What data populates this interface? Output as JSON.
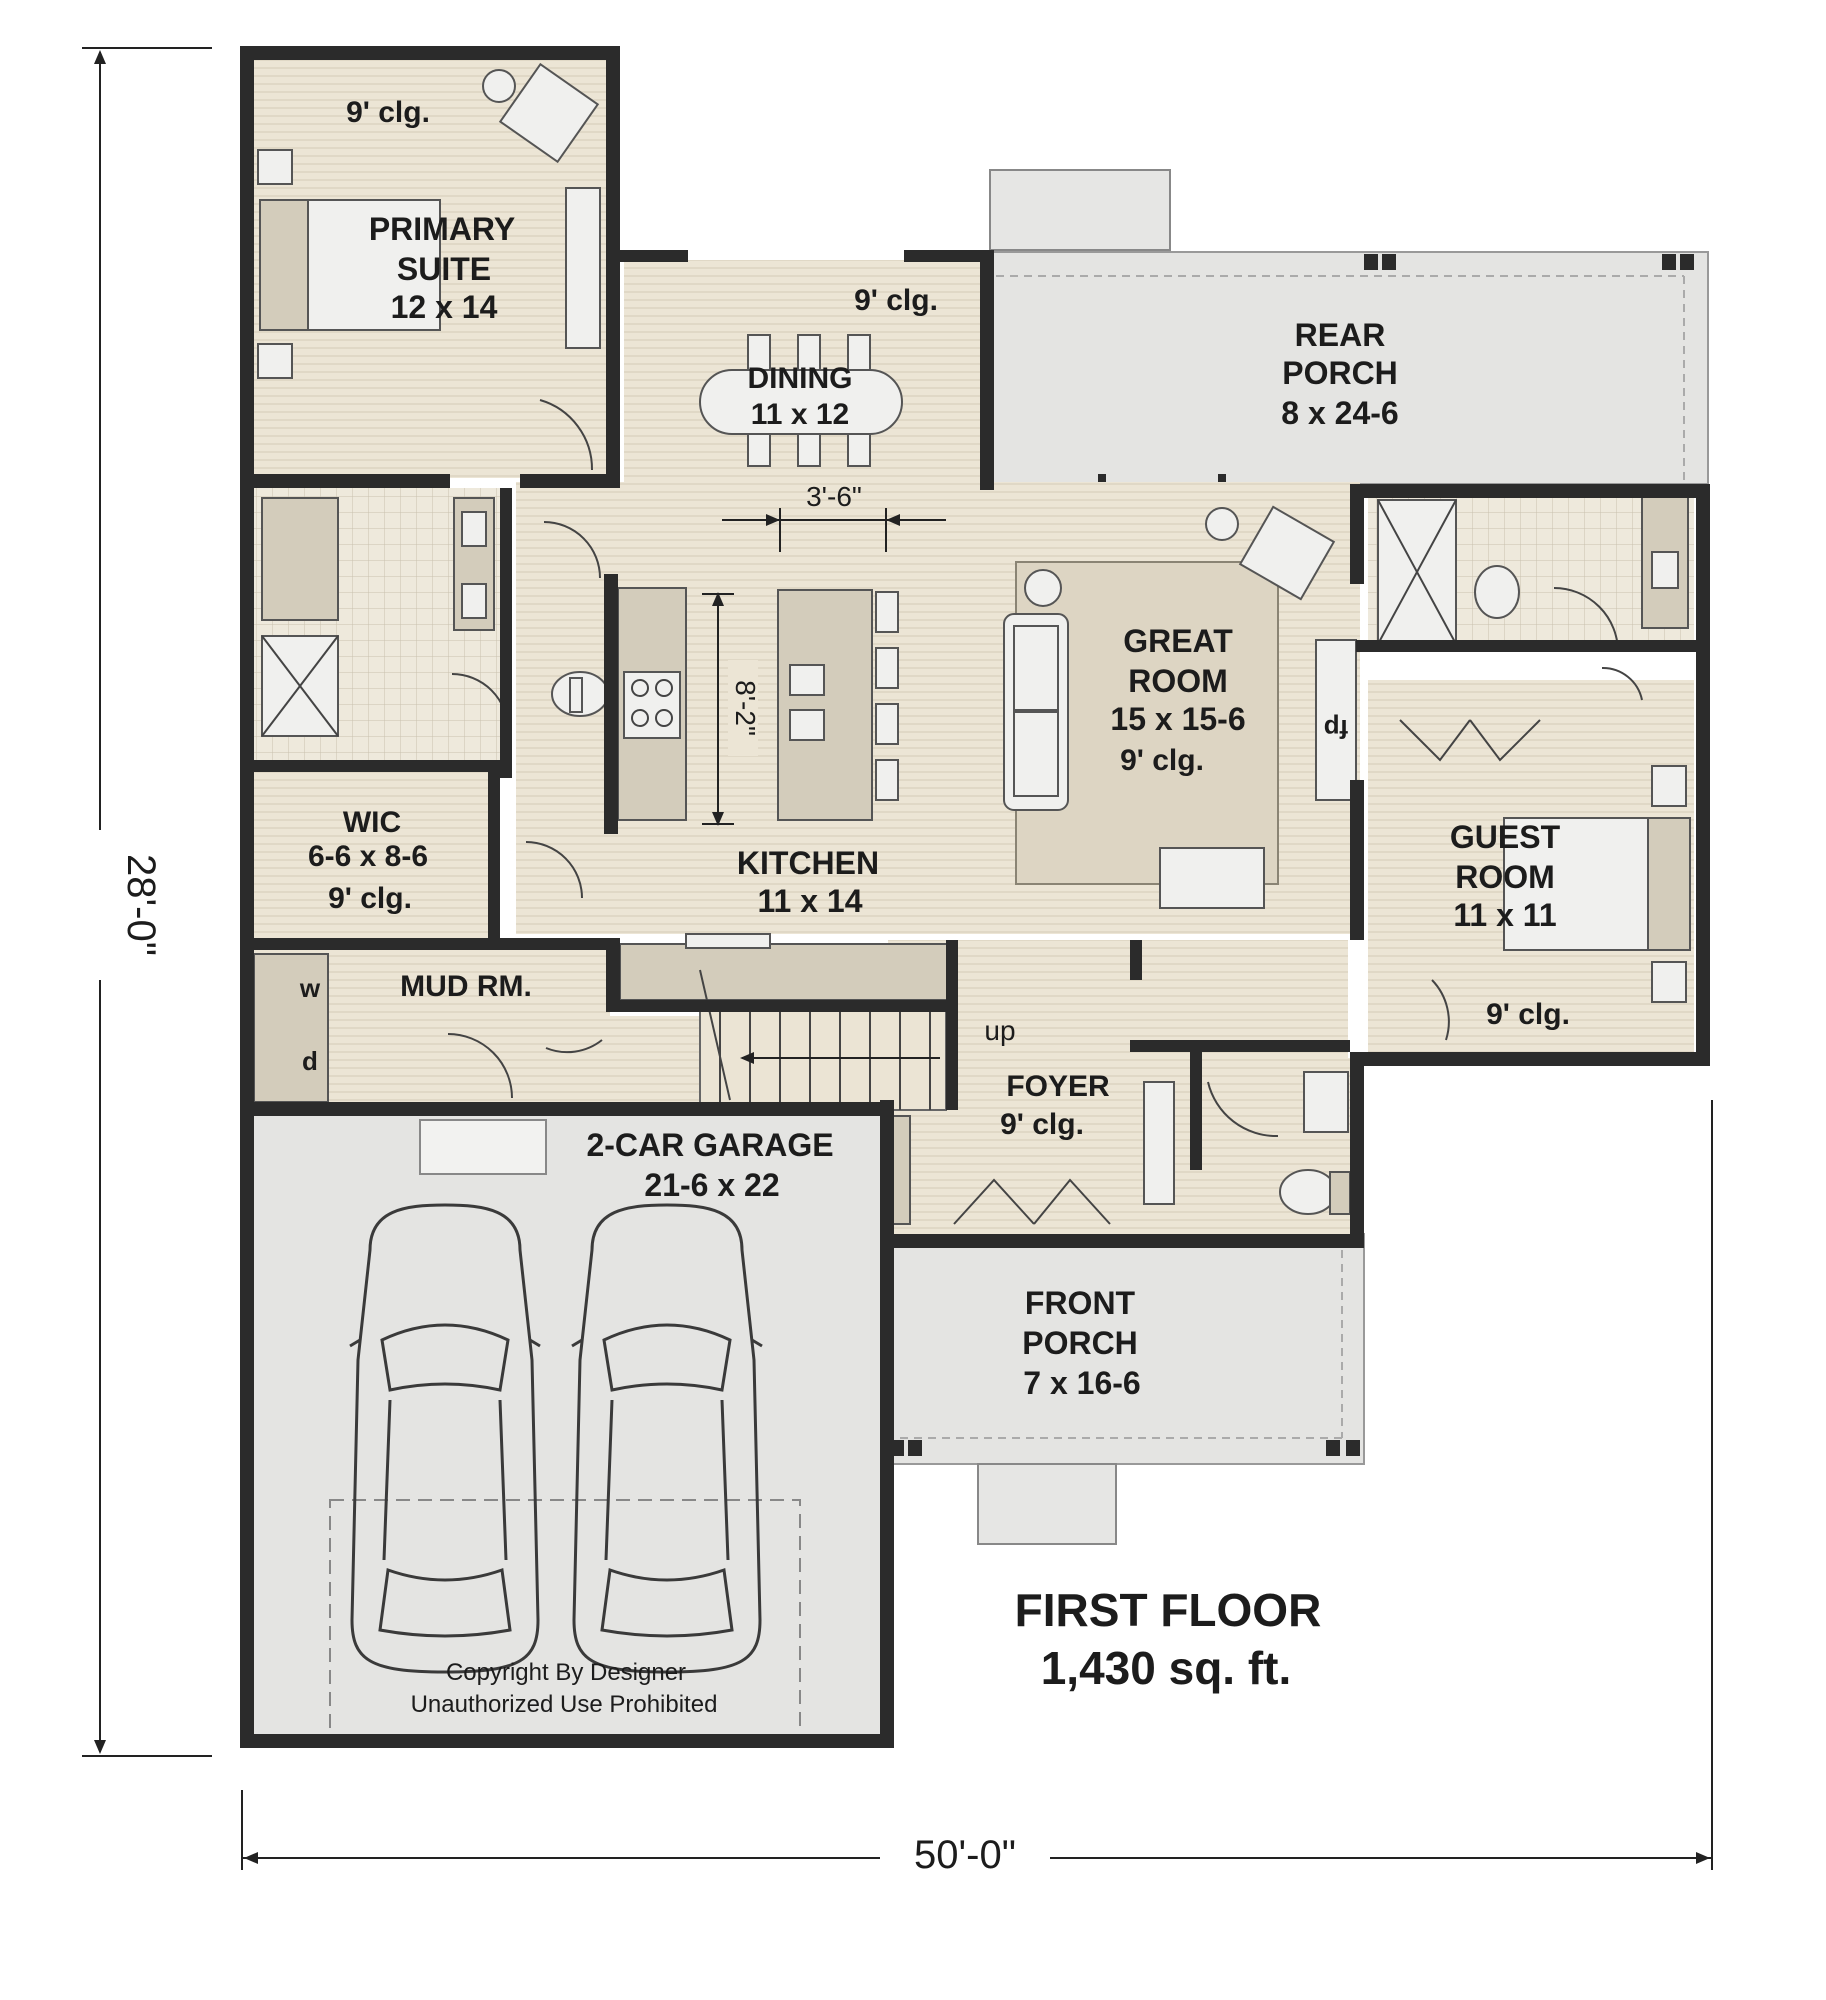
{
  "rooms": {
    "primary_suite": {
      "name_1": "PRIMARY",
      "name_2": "SUITE",
      "size": "12 x 14",
      "ceiling": "9' clg."
    },
    "dining": {
      "name": "DINING",
      "size": "11 x 12",
      "ceiling": "9' clg."
    },
    "rear_porch": {
      "name_1": "REAR",
      "name_2": "PORCH",
      "size": "8 x 24-6"
    },
    "great_room": {
      "name_1": "GREAT",
      "name_2": "ROOM",
      "size": "15 x 15-6",
      "ceiling": "9' clg.",
      "fireplace": "fp"
    },
    "guest_room": {
      "name_1": "GUEST",
      "name_2": "ROOM",
      "size": "11 x 11",
      "ceiling": "9' clg."
    },
    "wic": {
      "name": "WIC",
      "size": "6-6 x 8-6",
      "ceiling": "9' clg."
    },
    "kitchen": {
      "name": "KITCHEN",
      "size": "11 x 14"
    },
    "mud_room": {
      "name": "MUD RM.",
      "washer": "w",
      "dryer": "d"
    },
    "foyer": {
      "name": "FOYER",
      "ceiling": "9' clg.",
      "stairs": "up"
    },
    "garage": {
      "name": "2-CAR GARAGE",
      "size": "21-6 x 22"
    },
    "front_porch": {
      "name_1": "FRONT",
      "name_2": "PORCH",
      "size": "7 x 16-6"
    }
  },
  "dimensions": {
    "clearance": "3'-6\"",
    "island": "8'-2\"",
    "depth": "28'-0\"",
    "width": "50'-0\""
  },
  "floor": {
    "title": "FIRST FLOOR",
    "area": "1,430 sq. ft."
  },
  "copyright": {
    "line_1": "Copyright By Designer",
    "line_2": "Unauthorized Use Prohibited"
  }
}
